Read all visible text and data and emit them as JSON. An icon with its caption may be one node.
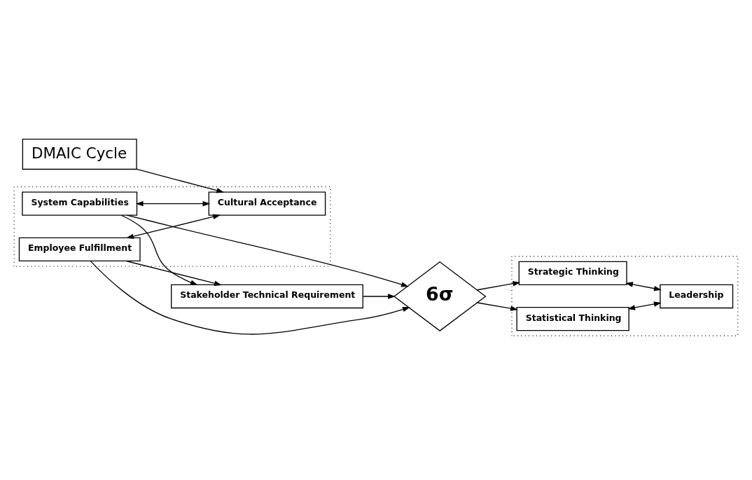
{
  "diagram": {
    "nodes": [
      {
        "text": [
          "Stakeholder Technical Requirement"
        ]
      },
      {
        "text": [
          "6σ"
        ]
      },
      {
        "text": [],
        "shape": "box"
      },
      {
        "text": [
          "Strategic Thinking"
        ],
        "in": 2
      },
      {
        "text": [
          "Leadership"
        ],
        "in": 2
      },
      {
        "text": [
          "Statistical Thinking"
        ],
        "in": 2
      },
      {
        "text": [
          "DMAIC Cycle"
        ]
      },
      {
        "text": [],
        "shape": "box"
      },
      {
        "text": [
          "System Capabilities"
        ],
        "in": 7
      },
      {
        "text": [
          "Employee Fulfillment"
        ],
        "in": 7
      },
      {
        "text": [
          "Cultural Acceptance"
        ],
        "in": 7
      }
    ],
    "edges": [
      {
        "from": 0,
        "to": 1,
        "arrow": "to"
      },
      {
        "from": 1,
        "to": 3,
        "arrow": "to"
      },
      {
        "from": 1,
        "to": 5,
        "arrow": "to"
      },
      {
        "from": 3,
        "to": 4,
        "arrow": "both"
      },
      {
        "from": 5,
        "to": 4,
        "arrow": "both"
      },
      {
        "from": 8,
        "to": 10,
        "arrow": "both"
      },
      {
        "from": 9,
        "to": 10,
        "arrow": "both"
      },
      {
        "from": 6,
        "to": 10,
        "arrow": "to"
      },
      {
        "from": 8,
        "to": 0,
        "arrow": "to"
      },
      {
        "from": 8,
        "to": 1,
        "arrow": "to"
      },
      {
        "from": 9,
        "to": 0,
        "arrow": "to"
      },
      {
        "from": 9,
        "to": 1,
        "arrow": "to"
      }
    ]
  }
}
